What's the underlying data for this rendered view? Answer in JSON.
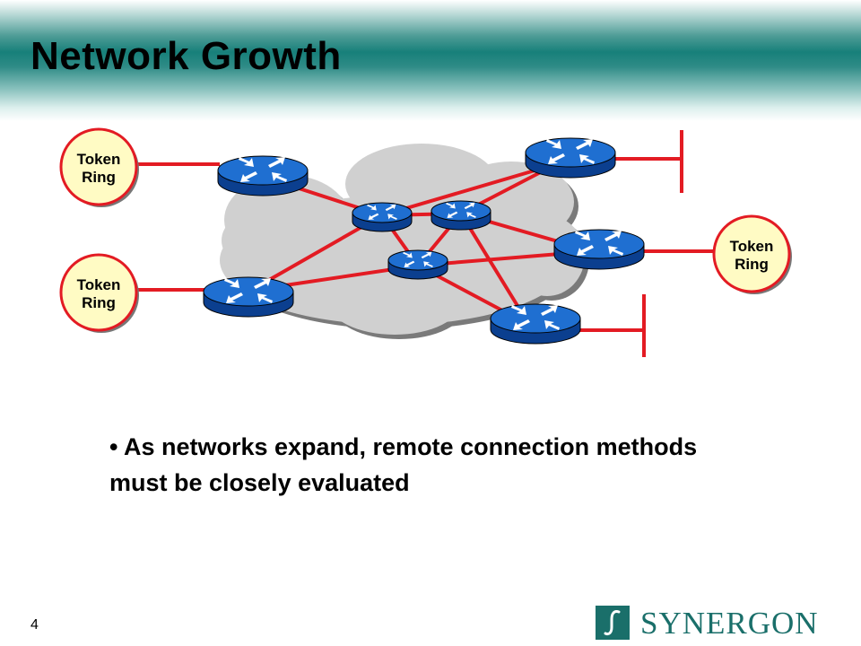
{
  "slide": {
    "title": "Network Growth",
    "bullet": "• As networks expand, remote connection methods must be closely evaluated",
    "page_number": "4"
  },
  "diagram": {
    "token_rings": [
      {
        "line1": "Token",
        "line2": "Ring"
      },
      {
        "line1": "Token",
        "line2": "Ring"
      },
      {
        "line1": "Token",
        "line2": "Ring"
      }
    ]
  },
  "logo": {
    "text": "SYNERGON",
    "mark_glyph": "∫"
  },
  "colors": {
    "accent_teal": "#17807a",
    "link_red": "#e31b23",
    "router_blue": "#1f6fd1",
    "cloud_gray": "#cfcfcf",
    "ring_fill": "#fffbc4",
    "ring_stroke": "#e31b23"
  }
}
